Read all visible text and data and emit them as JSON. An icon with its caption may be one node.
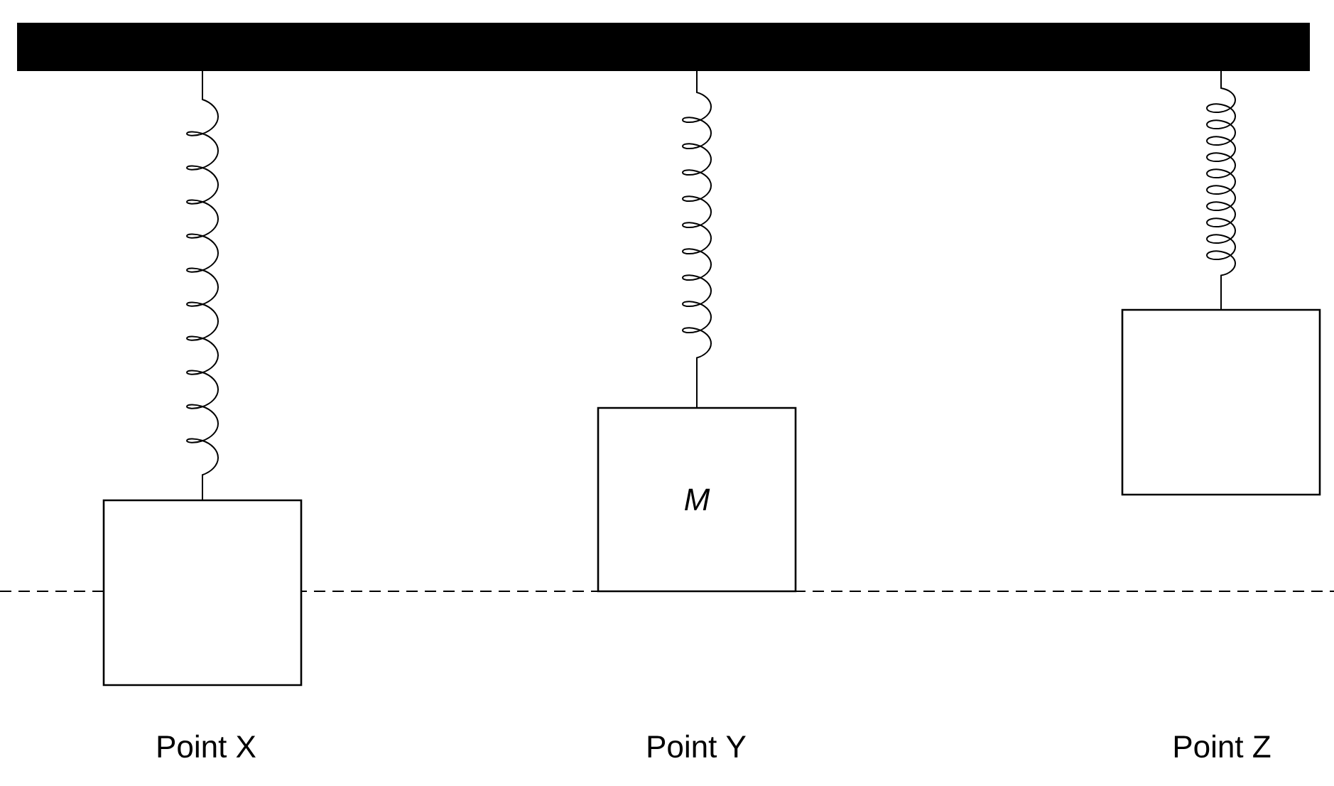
{
  "diagram": {
    "nodes": [
      {
        "text": [],
        "shape": "bar"
      },
      {
        "text": [],
        "shape": "box"
      },
      {
        "text": [
          "M"
        ]
      },
      {
        "text": [],
        "shape": "box"
      }
    ],
    "edges": [
      {
        "from": 0,
        "to": 1,
        "arrow": "none"
      },
      {
        "from": 0,
        "to": 2,
        "arrow": "none"
      },
      {
        "from": 0,
        "to": 3,
        "arrow": "none"
      }
    ],
    "labels": [
      "Point X",
      "Point Y",
      "Point Z"
    ]
  }
}
